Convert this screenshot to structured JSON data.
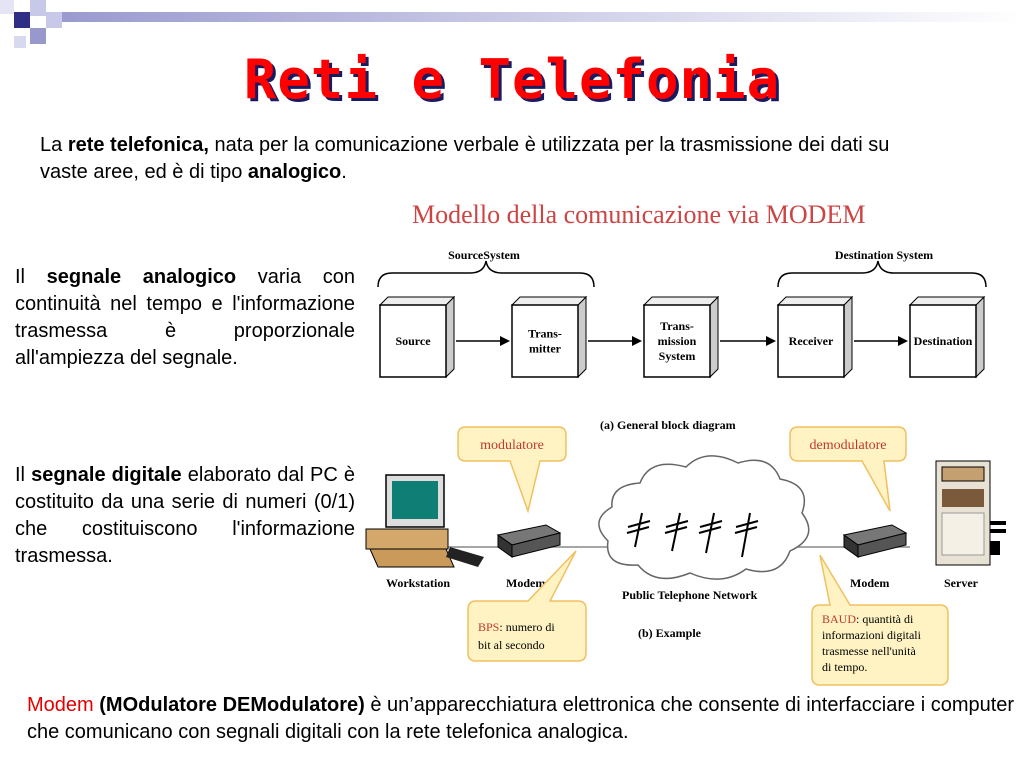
{
  "title": "Reti e Telefonia",
  "intro": {
    "p1": "La ",
    "b1": "rete telefonica,",
    "p2": "  nata per la comunicazione verbale è utilizzata per la trasmissione dei dati su vaste aree, ed è di tipo ",
    "b2": "analogico",
    "p3": "."
  },
  "analog": {
    "p1": "Il ",
    "b1": "segnale analogico",
    "p2": " varia con continuità nel tempo e l'informazione trasmessa è proporzionale all'ampiezza del segnale."
  },
  "digital": {
    "p1": "Il ",
    "b1": "segnale digitale",
    "p2": " elaborato dal PC è costituito da una serie di numeri (0/1) che costituiscono l'informazione trasmessa."
  },
  "modem": {
    "red": "Modem",
    "b1": " (MOdulatore DEModulatore)",
    "p2": " è un’apparecchiatura elettronica che consente di interfacciare i computer che comunicano con segnali digitali con la rete telefonica analogica."
  },
  "diagram": {
    "heading": "Modello della comunicazione via MODEM",
    "source_system": "SourceSystem",
    "destination_system": "Destination System",
    "blocks": [
      "Source",
      "Trans-|mitter",
      "Trans-|mission|System",
      "Receiver",
      "Destination"
    ],
    "caption_a": "(a) General block diagram",
    "caption_b": "(b) Example",
    "callout_modulatore": "modulatore",
    "callout_demodulatore": "demodulatore",
    "label_workstation": "Workstation",
    "label_modem_left": "Modem",
    "label_network": "Public Telephone Network",
    "label_modem_right": "Modem",
    "label_server": "Server",
    "bps_term": "BPS",
    "bps_text": ": numero di|bit al secondo",
    "baud_term": "BAUD",
    "baud_text": ": quantità di|informazioni digitali|trasmesse nell'unità|di tempo."
  },
  "colors": {
    "title": "#ff0000",
    "title_shadow": "#1a1a60",
    "callout_fill": "#fff3c4",
    "callout_text": "#c0392b",
    "deco_dark": "#3a3a8c",
    "deco_light": "#b4b4dc"
  }
}
